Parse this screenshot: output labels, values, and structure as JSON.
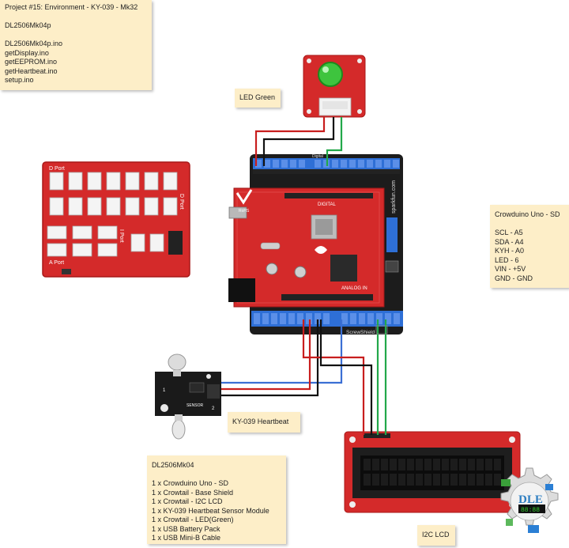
{
  "notes": {
    "project": {
      "lines": [
        "Project #15: Environment - KY-039 - Mk32",
        "",
        "DL2506Mk04p",
        "",
        "DL2506Mk04p.ino",
        "getDisplay.ino",
        "getEEPROM.ino",
        "getHeartbeat.ino",
        "setup.ino"
      ]
    },
    "led": {
      "label": "LED Green"
    },
    "crowduino": {
      "lines": [
        "Crowduino Uno - SD",
        "",
        "SCL - A5",
        "SDA - A4",
        "KYH - A0",
        "LED - 6",
        "VIN - +5V",
        "GND - GND"
      ]
    },
    "heartbeat": {
      "label": "KY-039 Heartbeat"
    },
    "parts": {
      "lines": [
        "DL2506Mk04",
        "",
        "1 x Crowduino Uno - SD",
        "1 x Crowtail - Base Shield",
        "1 x Crowtail - I2C LCD",
        "1 x KY-039 Heartbeat Sensor Module",
        "1 x Crowtail - LED(Green)",
        "1 x USB Battery Pack",
        "1 x USB Mini-B Cable"
      ]
    },
    "i2c": {
      "label": "I2C LCD"
    }
  },
  "boards": {
    "screwshield": {
      "label": "ScrewShield",
      "brand": "sparkfun.com",
      "digital": "Digital"
    },
    "crowduino": {
      "digital": "DIGITAL",
      "analog": "ANALOG IN",
      "rohs": "RoHS"
    },
    "baseshield": {
      "dport": "D Port",
      "dport2": "D Port",
      "aport": "A Port",
      "iport": "I Port"
    },
    "ky039": {
      "sensor_label": "SENSOR",
      "pin_left": "1",
      "pin_right": "2"
    }
  },
  "logo": {
    "text": "DLE",
    "digits": "88:88"
  },
  "colors": {
    "red_board": "#d42a2a",
    "black_board": "#1c1c1c",
    "wire_red": "#c81e1e",
    "wire_black": "#111111",
    "wire_green": "#22a84a",
    "wire_blue": "#3b6fd4",
    "note_bg": "#fdeec8",
    "lcd_green": "#3ca02f"
  }
}
